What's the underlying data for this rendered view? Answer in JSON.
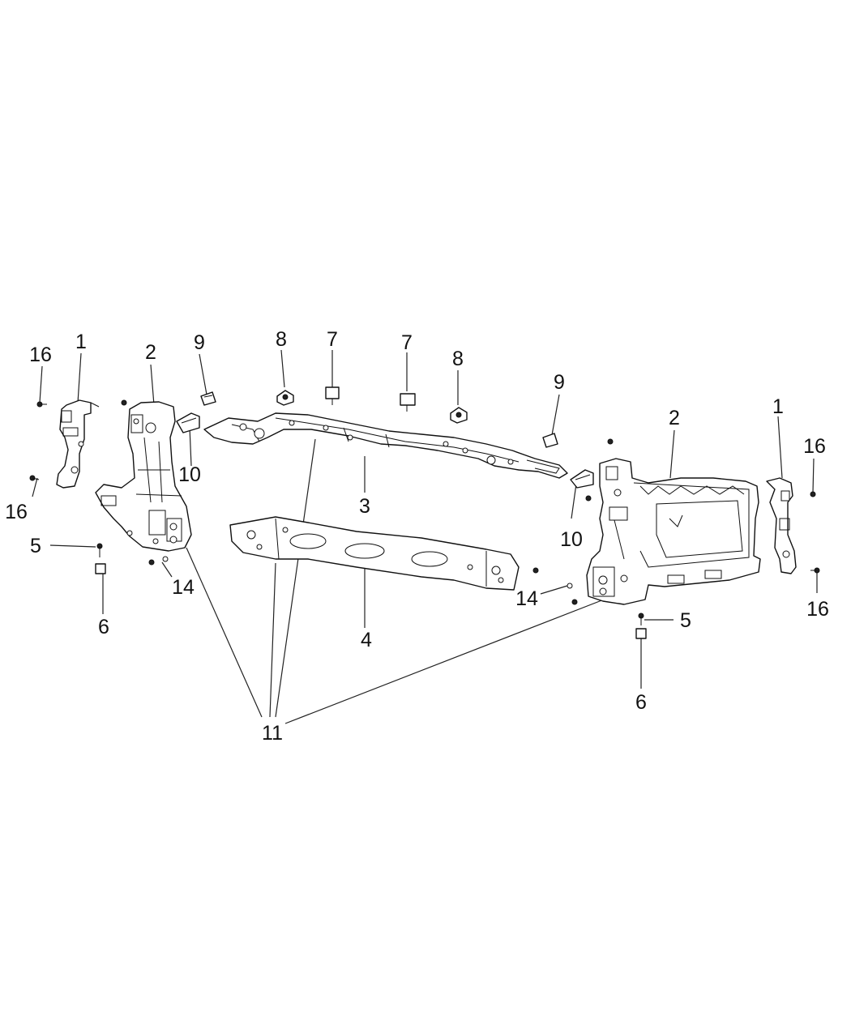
{
  "diagram": {
    "callouts": {
      "c1_left": "1",
      "c1_right": "1",
      "c2_left": "2",
      "c2_right": "2",
      "c3": "3",
      "c4": "4",
      "c5_left": "5",
      "c5_right": "5",
      "c6_left": "6",
      "c6_right": "6",
      "c7_left": "7",
      "c7_right": "7",
      "c8_left": "8",
      "c8_right": "8",
      "c9_left": "9",
      "c9_right": "9",
      "c10_left": "10",
      "c10_right": "10",
      "c11": "11",
      "c14_left": "14",
      "c14_right": "14",
      "c16_left_top": "16",
      "c16_left_bottom": "16",
      "c16_right_top": "16",
      "c16_right_bottom": "16"
    }
  }
}
